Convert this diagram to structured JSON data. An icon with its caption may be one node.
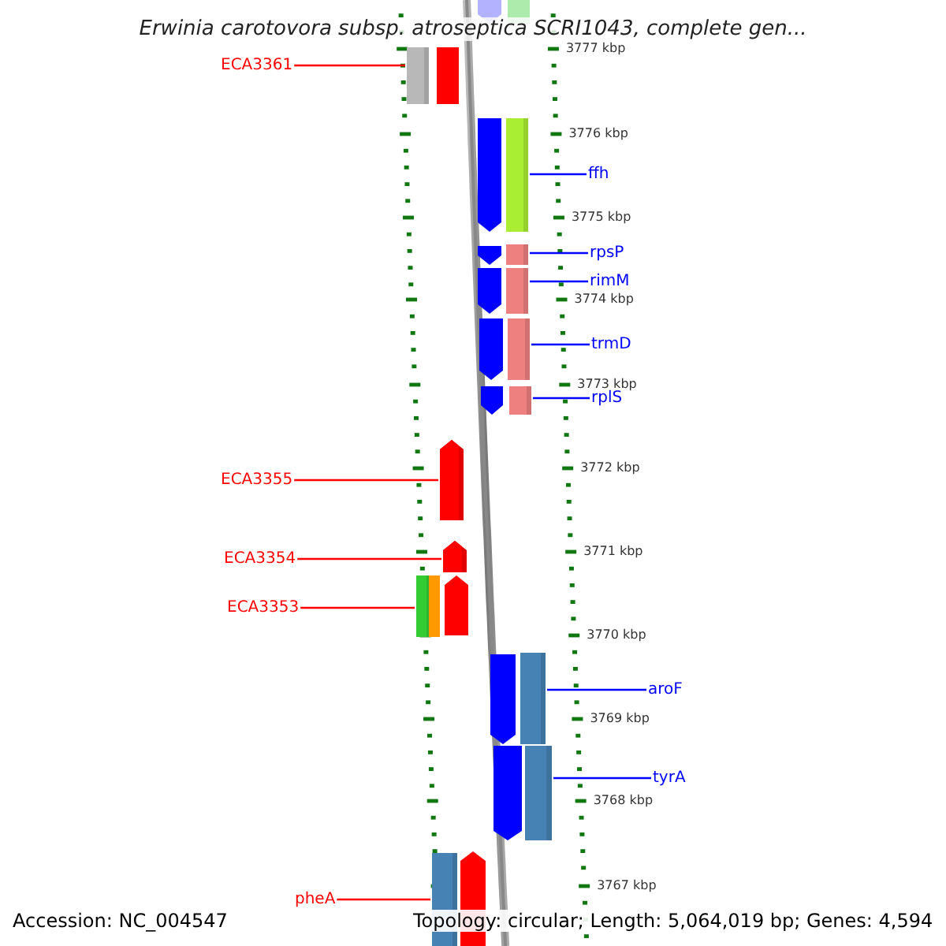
{
  "diagram": {
    "title": "Erwinia carotovora subsp. atroseptica SCRI1043, complete gen...",
    "nodes": [
      {
        "text": [
          "ECA3361"
        ]
      },
      {
        "text": [
          "ffh"
        ]
      },
      {
        "text": [
          "rpsP"
        ]
      },
      {
        "text": [
          "rimM"
        ]
      },
      {
        "text": [
          "trmD"
        ]
      },
      {
        "text": [
          "rplS"
        ]
      },
      {
        "text": [
          "ECA3355"
        ]
      },
      {
        "text": [
          "ECA3354"
        ]
      },
      {
        "text": [
          "ECA3353"
        ]
      },
      {
        "text": [
          "aroF"
        ]
      },
      {
        "text": [
          "tyrA"
        ]
      },
      {
        "text": [
          "pheA"
        ]
      },
      {
        "text": [],
        "shape": "bar"
      },
      {
        "text": [],
        "shape": "bar"
      },
      {
        "text": [],
        "shape": "bar"
      },
      {
        "text": [],
        "shape": "bar"
      },
      {
        "text": [],
        "shape": "bar"
      },
      {
        "text": [],
        "shape": "bar"
      },
      {
        "text": [],
        "shape": "bar"
      },
      {
        "text": [],
        "shape": "bar"
      },
      {
        "text": [],
        "shape": "bar"
      },
      {
        "text": [],
        "shape": "bar"
      },
      {
        "text": [],
        "shape": "bar"
      },
      {
        "text": [],
        "shape": "bar"
      }
    ],
    "edges": [
      {
        "from": 0,
        "to": 12,
        "arrow": "none",
        "color": "#ff0000"
      },
      {
        "from": 1,
        "to": 13,
        "arrow": "none"
      },
      {
        "from": 2,
        "to": 14,
        "arrow": "none"
      },
      {
        "from": 3,
        "to": 15,
        "arrow": "none"
      },
      {
        "from": 4,
        "to": 16,
        "arrow": "none"
      },
      {
        "from": 5,
        "to": 17,
        "arrow": "none"
      },
      {
        "from": 6,
        "to": 18,
        "arrow": "none",
        "color": "#ff0000"
      },
      {
        "from": 7,
        "to": 19,
        "arrow": "none",
        "color": "#ff0000"
      },
      {
        "from": 8,
        "to": 20,
        "arrow": "none",
        "color": "#ff0000"
      },
      {
        "from": 9,
        "to": 21,
        "arrow": "none"
      },
      {
        "from": 10,
        "to": 22,
        "arrow": "none"
      },
      {
        "from": 11,
        "to": 23,
        "arrow": "none",
        "color": "#ff0000"
      }
    ],
    "labels": [
      "3777 kbp",
      "3776 kbp",
      "3775 kbp",
      "3774 kbp",
      "3773 kbp",
      "3772 kbp",
      "3771 kbp",
      "3770 kbp",
      "3769 kbp",
      "3768 kbp",
      "3767 kbp",
      "Accession: NC_004547",
      "Topology: circular; Length: 5,064,019 bp; Genes: 4,594"
    ]
  }
}
